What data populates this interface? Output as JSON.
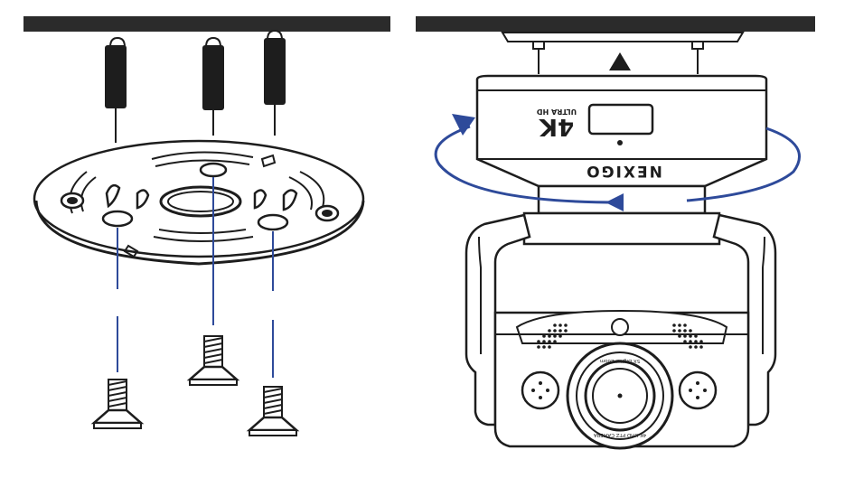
{
  "panels": {
    "left": {
      "name": "mounting-plate-installation"
    },
    "right": {
      "name": "camera-ceiling-mount"
    }
  },
  "camera": {
    "brand": "NEXIGO",
    "badge_main": "4K",
    "badge_sub": "ULTRA HD",
    "lens_ring_top": "5X Digital Zoom",
    "lens_ring_bottom": "4K UHD PTZ CAMERA"
  },
  "colors": {
    "line": "#1d1d1d",
    "rotation_arrow": "#2e4a9a",
    "screw_guide": "#2e4a9a",
    "ceiling_bar": "#2b2b2b"
  }
}
